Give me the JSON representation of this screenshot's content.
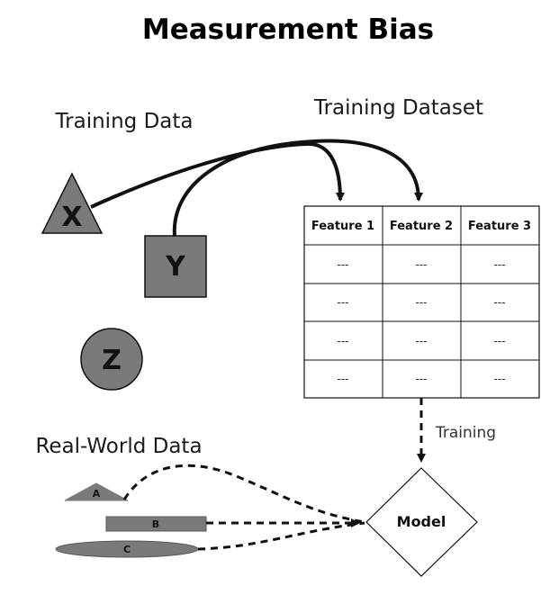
{
  "title": "Measurement Bias",
  "training_data": {
    "label": "Training Data",
    "x_label": "X",
    "y_label": "Y",
    "z_label": "Z"
  },
  "training_dataset": {
    "label": "Training Dataset",
    "headers": [
      "Feature 1",
      "Feature 2",
      "Feature 3"
    ],
    "rows": [
      [
        "---",
        "---",
        "---"
      ],
      [
        "---",
        "---",
        "---"
      ],
      [
        "---",
        "---",
        "---"
      ],
      [
        "---",
        "---",
        "---"
      ]
    ]
  },
  "edge": {
    "training_label": "Training"
  },
  "real_world": {
    "label": "Real-World Data",
    "a_label": "A",
    "b_label": "B",
    "c_label": "C"
  },
  "model": {
    "label": "Model"
  },
  "colors": {
    "shape_fill": "#7a7a7a",
    "stroke": "#111111"
  }
}
